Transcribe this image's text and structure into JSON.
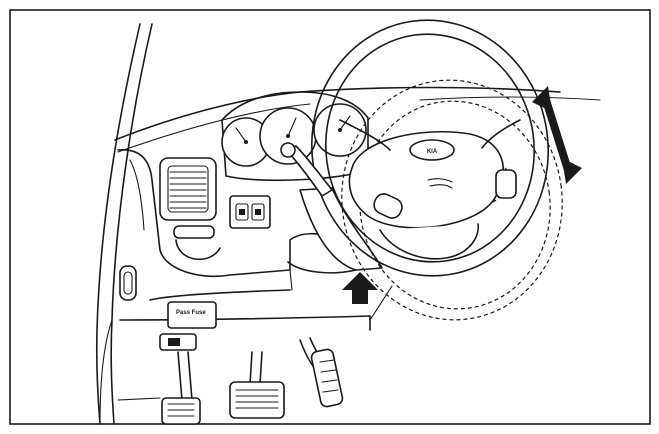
{
  "figure": {
    "colors": {
      "ink": "#1a1a1a",
      "paper": "#ffffff"
    },
    "parts": [
      "frame-border",
      "a-pillar",
      "dashboard",
      "instrument-cluster",
      "center-air-vent",
      "switch-panel",
      "door-handle",
      "fuse-box-cover",
      "steering-column-cover",
      "steering-wheel",
      "tilt-range-outline",
      "tilt-adjust-arrow",
      "tilt-lever-arrow",
      "brake-pedal",
      "accelerator-pedal",
      "clutch-pedal"
    ],
    "labels": {
      "steering_wheel_logo": "KIA",
      "pedal_box_text": "Pass Fuse"
    },
    "arrows": [
      {
        "type": "double-headed",
        "meaning": "steering-wheel-tilt-range"
      },
      {
        "type": "single-up",
        "meaning": "tilt-lever-location"
      }
    ]
  }
}
